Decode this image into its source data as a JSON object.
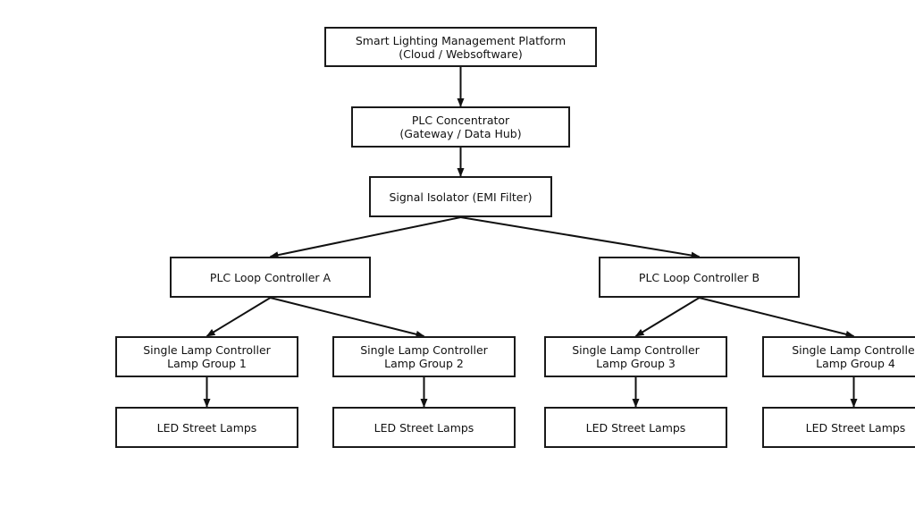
{
  "nodes": {
    "platform": {
      "line1": "Smart Lighting Management Platform",
      "line2": "(Cloud / Websoftware)"
    },
    "concentrator": {
      "line1": "PLC Concentrator",
      "line2": "(Gateway / Data Hub)"
    },
    "isolator": {
      "line1": "Signal Isolator (EMI Filter)"
    },
    "loop_a": {
      "line1": "PLC Loop Controller A"
    },
    "loop_b": {
      "line1": "PLC Loop Controller  B"
    },
    "slc1": {
      "line1": "Single Lamp Controller",
      "line2": "Lamp Group 1"
    },
    "slc2": {
      "line1": "Single Lamp Controller",
      "line2": "Lamp Group 2"
    },
    "slc3": {
      "line1": "Single Lamp Controller",
      "line2": "Lamp Group 3"
    },
    "slc4": {
      "line1": "Single Lamp Controller",
      "line2": "Lamp Group  4"
    },
    "led1": {
      "line1": "LED Street Lamps"
    },
    "led2": {
      "line1": "LED Street Lamps"
    },
    "led3": {
      "line1": "LED Street Lamps"
    },
    "led4": {
      "line1": "LED Street Lamps"
    }
  },
  "edges": [
    [
      "platform",
      "concentrator"
    ],
    [
      "concentrator",
      "isolator"
    ],
    [
      "isolator",
      "loop_a"
    ],
    [
      "isolator",
      "loop_b"
    ],
    [
      "loop_a",
      "slc1"
    ],
    [
      "loop_a",
      "slc2"
    ],
    [
      "loop_b",
      "slc3"
    ],
    [
      "loop_b",
      "slc4"
    ],
    [
      "slc1",
      "led1"
    ],
    [
      "slc2",
      "led2"
    ],
    [
      "slc3",
      "led3"
    ],
    [
      "slc4",
      "led4"
    ]
  ]
}
